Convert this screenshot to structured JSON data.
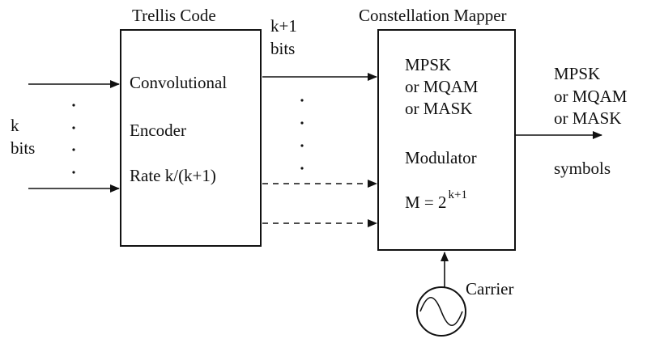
{
  "trellis": {
    "title": "Trellis Code",
    "line1": "Convolutional",
    "line2": "Encoder",
    "line3": "Rate k/(k+1)"
  },
  "mapper": {
    "title": "Constellation Mapper",
    "mod1": "MPSK",
    "mod2": "or MQAM",
    "mod3": "or MASK",
    "modulator": "Modulator",
    "m_eq": "M = 2",
    "m_exp": "k+1"
  },
  "input": {
    "k": "k",
    "bits": "bits"
  },
  "middle": {
    "k_plus_1": "k+1",
    "bits": "bits"
  },
  "output": {
    "mod1": "MPSK",
    "mod2": "or MQAM",
    "mod3": "or MASK",
    "symbols": "symbols"
  },
  "carrier": {
    "label": "Carrier"
  }
}
